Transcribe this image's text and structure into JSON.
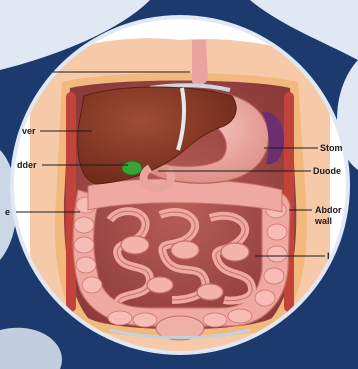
{
  "labels": {
    "liver": "ver",
    "gallbladder": "dder",
    "large_intestine": "e",
    "stomach": "Stom",
    "duodenum": "Duode",
    "abdominal_wall_line1": "Abdor",
    "abdominal_wall_line2": "wall",
    "small_intestine": "l"
  },
  "colors": {
    "background_navy": "#1d3a6e",
    "light_blue_blob": "#dfe8f3",
    "disc_white": "#ffffff",
    "liver": "#8a3a26",
    "stomach": "#e9a4a0",
    "intestine": "#efa9a2",
    "gallbladder": "#3ca332",
    "skin_edge": "#f6c9a8"
  }
}
